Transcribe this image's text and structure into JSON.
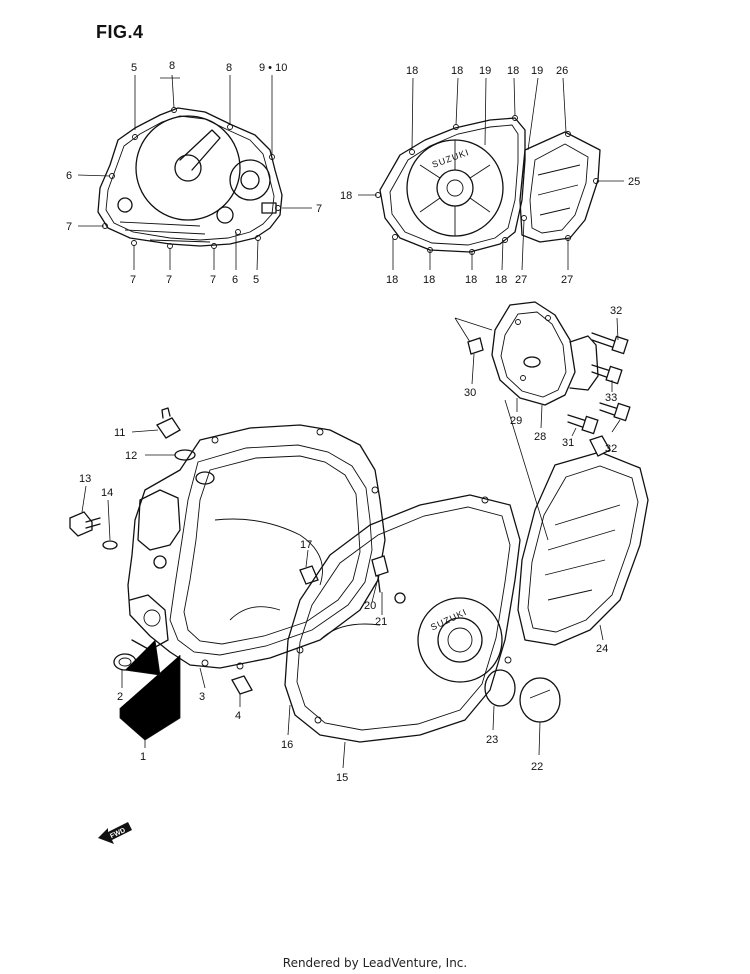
{
  "figure": {
    "title": "FIG.4"
  },
  "brand_marks": {
    "cover_brand": "SUZUKI",
    "forward_arrow": "FWD"
  },
  "footer": {
    "credit": "Rendered by LeadVenture, Inc."
  },
  "callouts": {
    "clutch_cover": [
      "5",
      "8",
      "8",
      "9 • 10",
      "6",
      "7",
      "7",
      "7",
      "7",
      "7",
      "6",
      "5"
    ],
    "generator_cover": [
      "18",
      "18",
      "19",
      "18",
      "19",
      "26",
      "25",
      "18",
      "18",
      "18",
      "18",
      "18",
      "27",
      "27"
    ],
    "sprocket_group": [
      "32",
      "33",
      "32",
      "30",
      "29",
      "28",
      "31"
    ],
    "main_assembly": [
      "11",
      "12",
      "13",
      "14",
      "17",
      "20",
      "21",
      "2",
      "1",
      "3",
      "4",
      "16",
      "15",
      "23",
      "22",
      "24"
    ]
  }
}
